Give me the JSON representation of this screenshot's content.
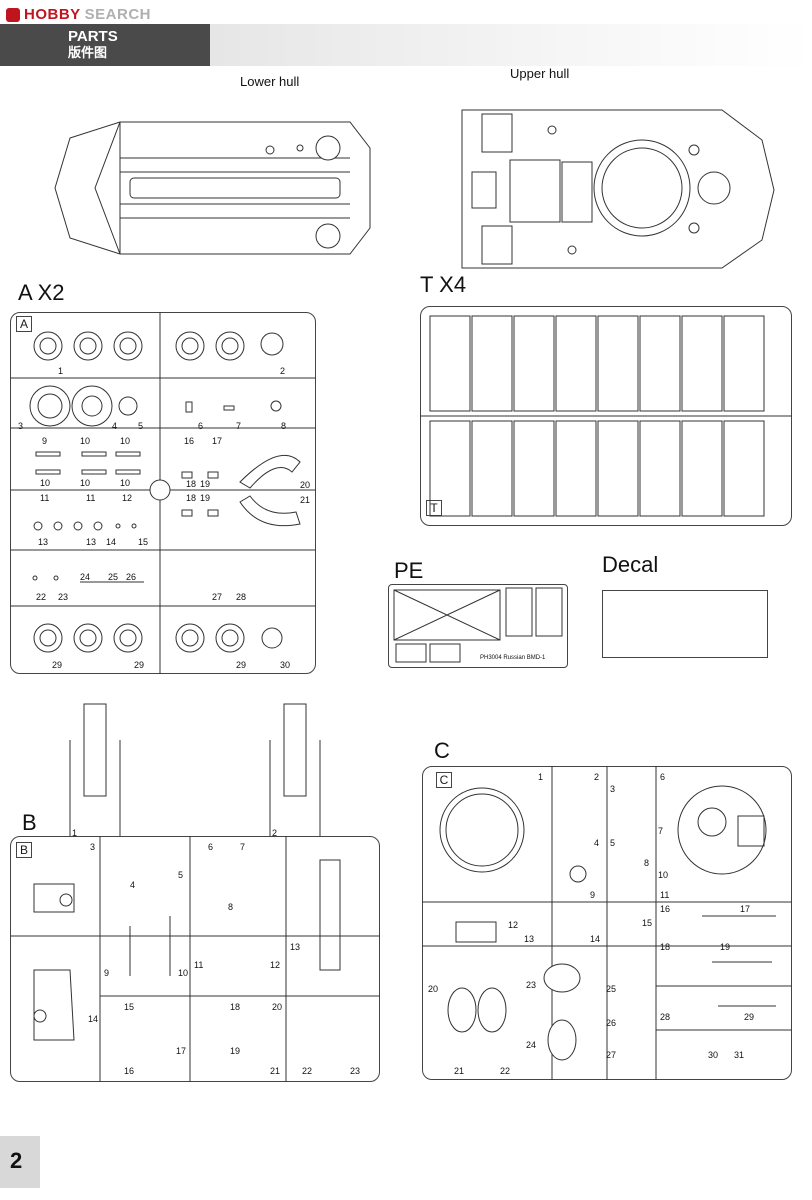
{
  "header": {
    "logo_text": "HOBBY",
    "logo_search": "SEARCH",
    "section_title": "PARTS",
    "section_subtitle": "版件图"
  },
  "hulls": {
    "lower_label": "Lower hull",
    "upper_label": "Upper hull"
  },
  "sprues": {
    "a": {
      "label": "A X2",
      "letter": "A",
      "numbers": [
        "1",
        "2",
        "3",
        "4",
        "5",
        "6",
        "7",
        "8",
        "9",
        "10",
        "10",
        "10",
        "10",
        "10",
        "16",
        "17",
        "18",
        "19",
        "18",
        "19",
        "20",
        "21",
        "11",
        "11",
        "12",
        "13",
        "13",
        "14",
        "15",
        "22",
        "23",
        "24",
        "25",
        "26",
        "27",
        "28",
        "29",
        "29",
        "29",
        "30"
      ]
    },
    "t": {
      "label": "T X4",
      "letter": "T"
    },
    "pe": {
      "label": "PE",
      "code": "PH3004 Russian BMD-1"
    },
    "decal": {
      "label": "Decal"
    },
    "b": {
      "label": "B",
      "letter": "B",
      "numbers": [
        "1",
        "2",
        "3",
        "4",
        "5",
        "6",
        "7",
        "8",
        "9",
        "10",
        "11",
        "12",
        "13",
        "14",
        "15",
        "16",
        "17",
        "18",
        "19",
        "20",
        "21",
        "22",
        "23"
      ]
    },
    "c": {
      "label": "C",
      "letter": "C",
      "numbers": [
        "1",
        "2",
        "3",
        "4",
        "5",
        "6",
        "7",
        "8",
        "9",
        "10",
        "11",
        "12",
        "13",
        "14",
        "15",
        "16",
        "17",
        "18",
        "19",
        "20",
        "21",
        "22",
        "23",
        "24",
        "25",
        "26",
        "27",
        "28",
        "29",
        "30",
        "31"
      ]
    }
  },
  "page_number": "2",
  "colors": {
    "brand_red": "#c0151f",
    "bar_gray": "#4a4a4a"
  }
}
